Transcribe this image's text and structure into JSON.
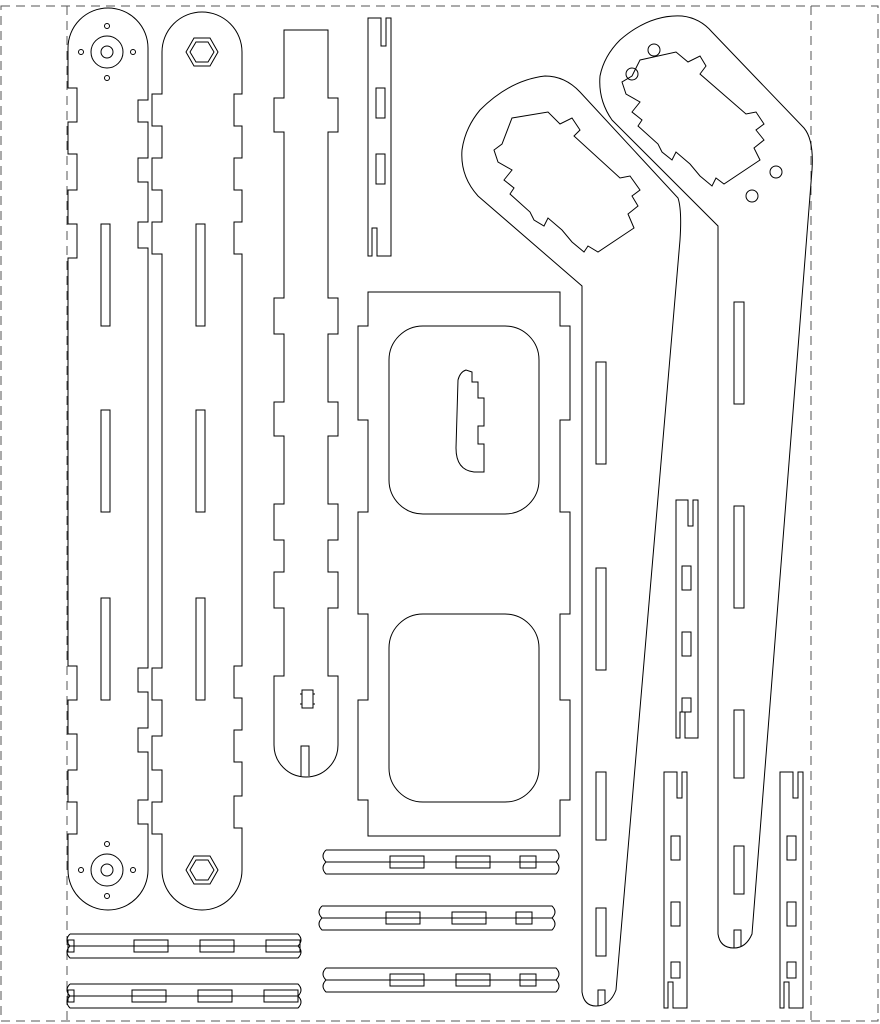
{
  "drawing": {
    "background": "#ffffff",
    "line_color": "#000000",
    "guide_color": "#555555",
    "part_kinds": [
      "arm-plate-servo",
      "arm-plate-nut",
      "notched-rail",
      "slotted-strip",
      "base-frame",
      "boom-arm",
      "spacer-bar",
      "slotted-bar"
    ]
  }
}
